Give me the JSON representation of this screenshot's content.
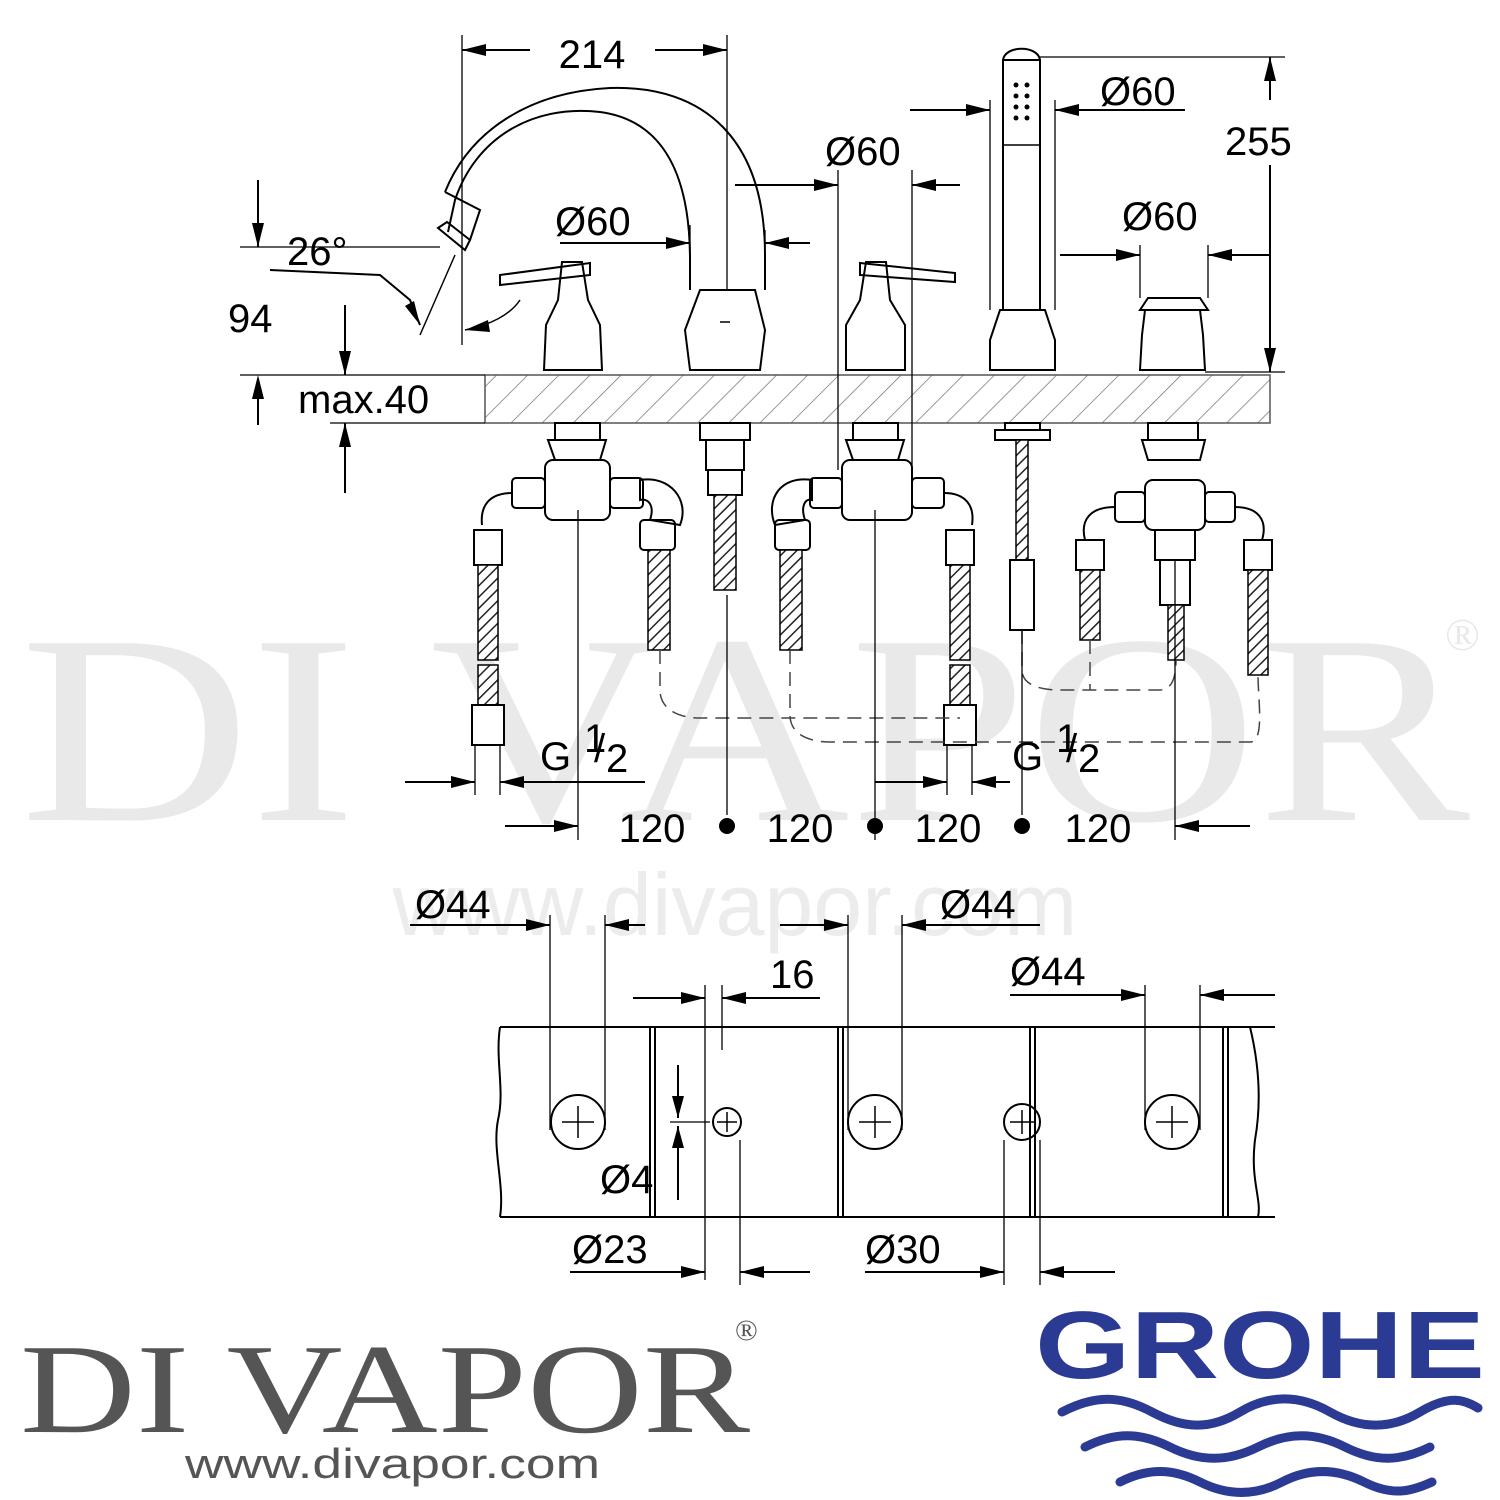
{
  "watermark": {
    "text": "DI VAPOR",
    "registered": "®",
    "url": "www.divapor.com"
  },
  "footer": {
    "brand": "DI VAPOR",
    "registered": "®",
    "url": "www.divapor.com",
    "grohe": "GROHE",
    "grohe_color": "#2b3a93"
  },
  "dimensions": {
    "spout_reach": "214",
    "angle": "26°",
    "spout_height": "94",
    "deck_thickness": "max.40",
    "dia_handle_left": "Ø60",
    "dia_handle_mid": "Ø60",
    "dia_handshower": "Ø60",
    "dia_diverter": "Ø60",
    "overall_height": "255",
    "thread_left": "G",
    "thread_right": "G",
    "thread_frac_num": "1",
    "thread_frac_den": "2",
    "spacing_1": "120",
    "spacing_2": "120",
    "spacing_3": "120",
    "spacing_4": "120",
    "hole_1": "Ø44",
    "hole_2": "Ø44",
    "hole_3": "Ø44",
    "gap": "16",
    "pin": "Ø4",
    "hole_spout": "Ø23",
    "hole_shower": "Ø30"
  }
}
